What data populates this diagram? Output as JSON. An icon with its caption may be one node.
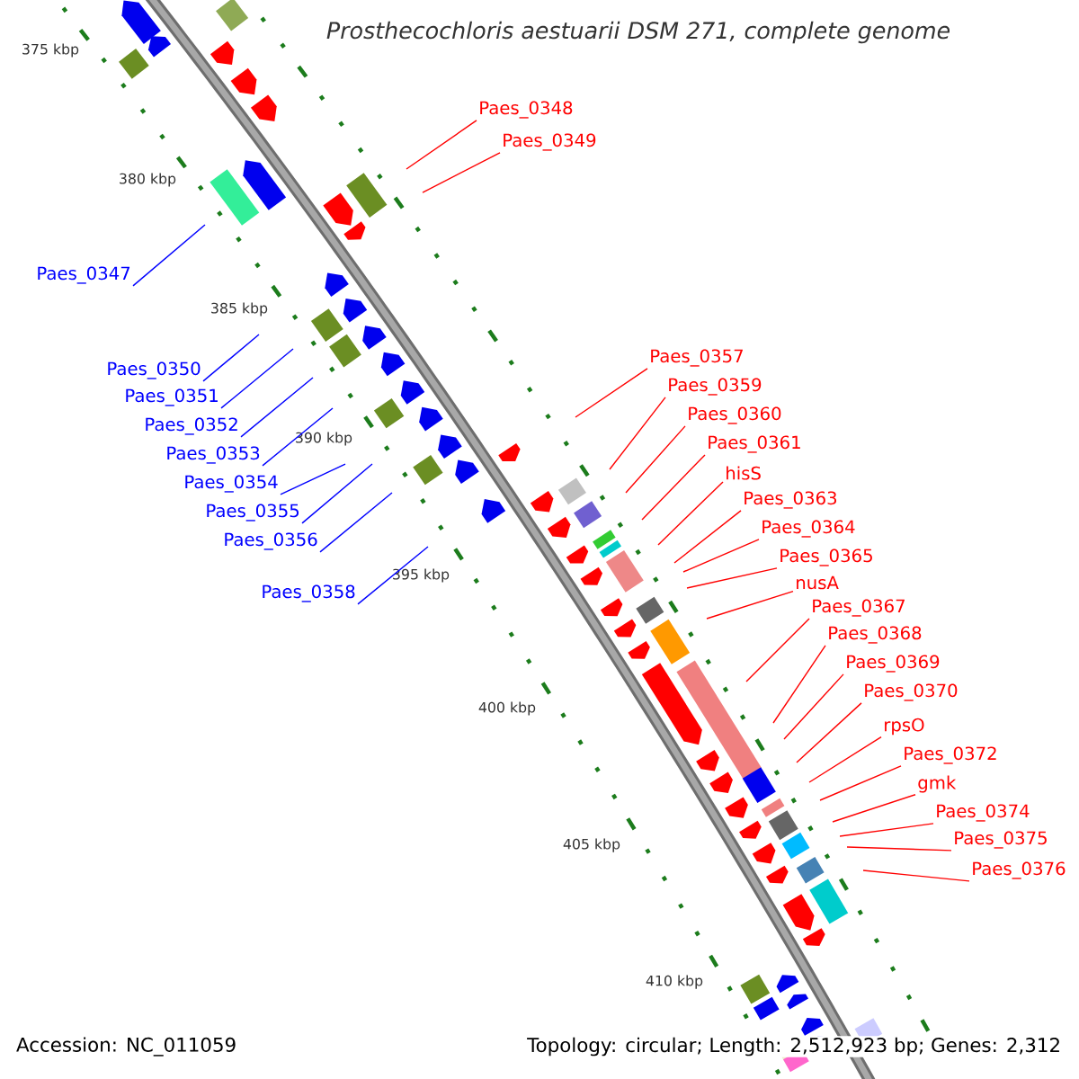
{
  "diagram": {
    "title": "Prosthecochloris aestuarii DSM 271, complete genome",
    "nodes": [
      {
        "text": [
          "Paes_0348"
        ]
      },
      {
        "text": [
          "Paes_0349"
        ]
      },
      {
        "text": [
          "Paes_0347"
        ]
      },
      {
        "text": [
          "Paes_0357"
        ]
      },
      {
        "text": [
          "Paes_0350"
        ]
      },
      {
        "text": [
          "Paes_0359"
        ]
      },
      {
        "text": [
          "Paes_0351"
        ]
      },
      {
        "text": [
          "Paes_0360"
        ]
      },
      {
        "text": [
          "Paes_0352"
        ]
      },
      {
        "text": [
          "Paes_0361"
        ]
      },
      {
        "text": [
          "Paes_0353"
        ]
      },
      {
        "text": [
          "hisS"
        ]
      },
      {
        "text": [
          "Paes_0354"
        ]
      },
      {
        "text": [
          "Paes_0363"
        ]
      },
      {
        "text": [
          "Paes_0355"
        ]
      },
      {
        "text": [
          "Paes_0364"
        ]
      },
      {
        "text": [
          "Paes_0356"
        ]
      },
      {
        "text": [
          "Paes_0365"
        ]
      },
      {
        "text": [
          "nusA"
        ]
      },
      {
        "text": [
          "Paes_0358"
        ]
      },
      {
        "text": [
          "Paes_0367"
        ]
      },
      {
        "text": [
          "Paes_0368"
        ]
      },
      {
        "text": [
          "Paes_0369"
        ]
      },
      {
        "text": [
          "Paes_0370"
        ]
      },
      {
        "text": [
          "rpsO"
        ]
      },
      {
        "text": [
          "Paes_0372"
        ]
      },
      {
        "text": [
          "gmk"
        ]
      },
      {
        "text": [
          "Paes_0374"
        ]
      },
      {
        "text": [
          "Paes_0375"
        ]
      },
      {
        "text": [
          "Paes_0376"
        ]
      }
    ],
    "edges": [
      {
        "from": 0,
        "to": null,
        "arrow": "none"
      },
      {
        "from": 1,
        "to": null,
        "arrow": "none"
      },
      {
        "from": 2,
        "to": null,
        "arrow": "none",
        "color": "#0000ff"
      },
      {
        "from": 3,
        "to": null,
        "arrow": "none"
      },
      {
        "from": 4,
        "to": null,
        "arrow": "none",
        "color": "#0000ff"
      },
      {
        "from": 5,
        "to": null,
        "arrow": "none"
      },
      {
        "from": 6,
        "to": null,
        "arrow": "none",
        "color": "#0000ff"
      },
      {
        "from": 7,
        "to": null,
        "arrow": "none"
      },
      {
        "from": 8,
        "to": null,
        "arrow": "none",
        "color": "#0000ff"
      },
      {
        "from": 9,
        "to": null,
        "arrow": "none"
      },
      {
        "from": 10,
        "to": null,
        "arrow": "none",
        "color": "#0000ff"
      },
      {
        "from": 11,
        "to": null,
        "arrow": "none"
      },
      {
        "from": 12,
        "to": null,
        "arrow": "none",
        "color": "#0000ff"
      },
      {
        "from": 13,
        "to": null,
        "arrow": "none"
      },
      {
        "from": 14,
        "to": null,
        "arrow": "none",
        "color": "#0000ff"
      },
      {
        "from": 15,
        "to": null,
        "arrow": "none"
      },
      {
        "from": 16,
        "to": null,
        "arrow": "none",
        "color": "#0000ff"
      },
      {
        "from": 17,
        "to": null,
        "arrow": "none"
      },
      {
        "from": 18,
        "to": null,
        "arrow": "none"
      },
      {
        "from": 19,
        "to": null,
        "arrow": "none",
        "color": "#0000ff"
      },
      {
        "from": 20,
        "to": null,
        "arrow": "none"
      },
      {
        "from": 21,
        "to": null,
        "arrow": "none"
      },
      {
        "from": 22,
        "to": null,
        "arrow": "none"
      },
      {
        "from": 23,
        "to": null,
        "arrow": "none"
      },
      {
        "from": 24,
        "to": null,
        "arrow": "none"
      },
      {
        "from": 25,
        "to": null,
        "arrow": "none"
      },
      {
        "from": 26,
        "to": null,
        "arrow": "none"
      },
      {
        "from": 27,
        "to": null,
        "arrow": "none"
      },
      {
        "from": 28,
        "to": null,
        "arrow": "none"
      },
      {
        "from": 29,
        "to": null,
        "arrow": "none"
      }
    ],
    "labels": [
      "375 kbp",
      "380 kbp",
      "385 kbp",
      "390 kbp",
      "395 kbp",
      "400 kbp",
      "405 kbp",
      "410 kbp",
      "Accession: NC_011059",
      "Topology: circular; Length: 2,512,923 bp; Genes: 2,312"
    ]
  }
}
